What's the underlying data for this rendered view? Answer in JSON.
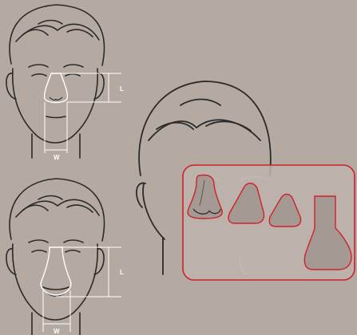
{
  "colors": {
    "background": "#b4aaa2",
    "outline": "#2a2a2a",
    "guide": "#ffffff",
    "panel_border": "#d0202a",
    "panel_fill": "#bdb4ad",
    "shape_fill": "#a49993"
  },
  "top_face": {
    "label_length": "L",
    "label_width": "W"
  },
  "bottom_face": {
    "label_length": "L",
    "label_width": "W"
  },
  "panel": {
    "shapes": [
      "nose-icon",
      "triangle-rounded-icon",
      "triangle-small-icon",
      "flask-shape-icon"
    ]
  }
}
